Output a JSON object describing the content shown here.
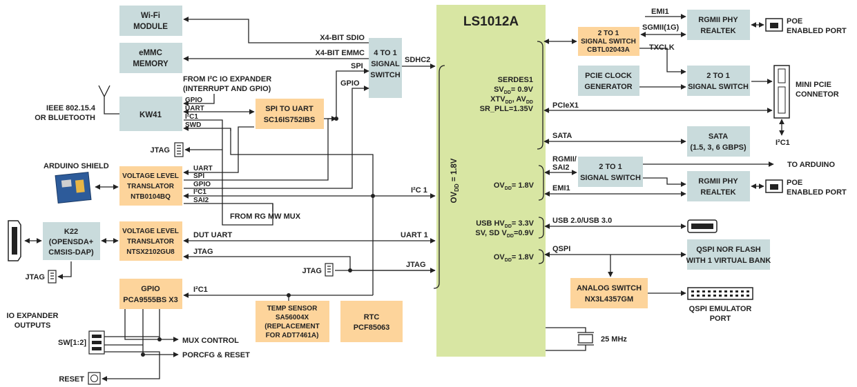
{
  "soc": {
    "name": "LS1012A",
    "ovdd_left": "OV",
    "ovdd_sub": "DD",
    "ovdd_val": " = 1.8V"
  },
  "blocks": {
    "wifi": [
      "Wi-Fi",
      "MODULE"
    ],
    "emmc": [
      "eMMC",
      "MEMORY"
    ],
    "kw41": [
      "KW41"
    ],
    "signal_switch_4to1": [
      "4 TO 1",
      "SIGNAL",
      "SWITCH"
    ],
    "spi_to_uart": [
      "SPI TO UART",
      "SC16IS752IBS"
    ],
    "vlt1": [
      "VOLTAGE LEVEL",
      "TRANSLATOR",
      "NTB0104BQ"
    ],
    "k22": [
      "K22",
      "(OPENSDA+",
      "CMSIS-DAP)"
    ],
    "vlt2": [
      "VOLTAGE LEVEL",
      "TRANSLATOR",
      "NTSX2102GU8"
    ],
    "gpio_exp": [
      "GPIO",
      "PCA9555BS X3"
    ],
    "temp": [
      "TEMP SENSOR",
      "SA56004X",
      "(REPLACEMENT",
      "FOR ADT7461A)"
    ],
    "rtc": [
      "RTC",
      "PCF85063"
    ],
    "sw2to1_top": [
      "2 TO 1",
      "SIGNAL SWITCH",
      "CBTL02043A"
    ],
    "rgmii_phy_top": [
      "RGMII PHY",
      "REALTEK"
    ],
    "pcie_clk": [
      "PCIE CLOCK",
      "GENERATOR"
    ],
    "sw2to1_pcie": [
      "2 TO 1",
      "SIGNAL SWITCH"
    ],
    "sata": [
      "SATA",
      "(1.5, 3, 6 GBPS)"
    ],
    "sw2to1_rgmii": [
      "2 TO 1",
      "SIGNAL SWITCH"
    ],
    "rgmii_phy_bot": [
      "RGMII PHY",
      "REALTEK"
    ],
    "qspi_nor": [
      "QSPI NOR FLASH",
      "WITH 1 VIRTUAL BANK"
    ],
    "analog_sw": [
      "ANALOG SWITCH",
      "NX3L4357GM"
    ]
  },
  "labels": {
    "x4_sdio": "X4-BIT SDIO",
    "x4_emmc": "X4-BIT EMMC",
    "sdhc2": "SDHC2",
    "spi": "SPI",
    "gpio": "GPIO",
    "from_i2c_expander": [
      "FROM I²C IO EXPANDER",
      "(INTERRUPT AND GPIO)"
    ],
    "ieee": [
      "IEEE 802.15.4",
      "OR BLUETOOTH"
    ],
    "kw41_pins": [
      "GPIO",
      "UART",
      "I²C1",
      "SWD"
    ],
    "jtag": "JTAG",
    "arduino_shield": "ARDUINO SHIELD",
    "vlt1_pins": [
      "UART",
      "SPI",
      "GPIO",
      "I²C1",
      "SAI2"
    ],
    "i2c1_bus": "I²C 1",
    "from_rg_mw_mux": "FROM RG MW MUX",
    "dut_uart": "DUT UART",
    "uart1": "UART 1",
    "i2c1_gpio": "I²C1",
    "io_expander_outputs": [
      "IO EXPANDER",
      "OUTPUTS"
    ],
    "sw12": "SW[1:2]",
    "mux_control": "MUX CONTROL",
    "porcfg_reset": "PORCFG & RESET",
    "reset": "RESET",
    "emi1_top": "EMI1",
    "sgmii": "SGMII(1G)",
    "txclk": "TXCLK",
    "poe_top": [
      "POE",
      "ENABLED PORT"
    ],
    "mini_pcie": [
      "MINI PCIE",
      "CONNETOR"
    ],
    "serdes1": [
      "SERDES1",
      "SV",
      "= 0.9V",
      "XTV",
      ", AV",
      "SR_PLL=1.35V"
    ],
    "pciex1": "PCIeX1",
    "sata_bus": "SATA",
    "i2c1_pcie": "I²C1",
    "rgmii_sai2": [
      "RGMII/",
      "SAI2"
    ],
    "to_arduino": "TO ARDUINO",
    "ovdd_18_a": [
      "OV",
      "DD",
      "= 1.8V"
    ],
    "emi1_bot": "EMI1",
    "poe_bot": [
      "POE",
      "ENABLED PORT"
    ],
    "usb_volt": [
      "USB HV",
      "DD",
      "= 3.3V",
      "SV, SD V",
      "DD",
      "=0.9V"
    ],
    "usb_bus": "USB 2.0/USB 3.0",
    "ovdd_18_b": [
      "OV",
      "DD",
      "= 1.8V"
    ],
    "qspi": "QSPI",
    "qspi_emulator": [
      "QSPI EMULATOR",
      "PORT"
    ],
    "xtal": "25 MHz"
  },
  "colors": {
    "gray_block": "#c9dbdc",
    "orange_block": "#fdd49b",
    "soc_block": "#d8e6a3",
    "line": "#222222"
  }
}
